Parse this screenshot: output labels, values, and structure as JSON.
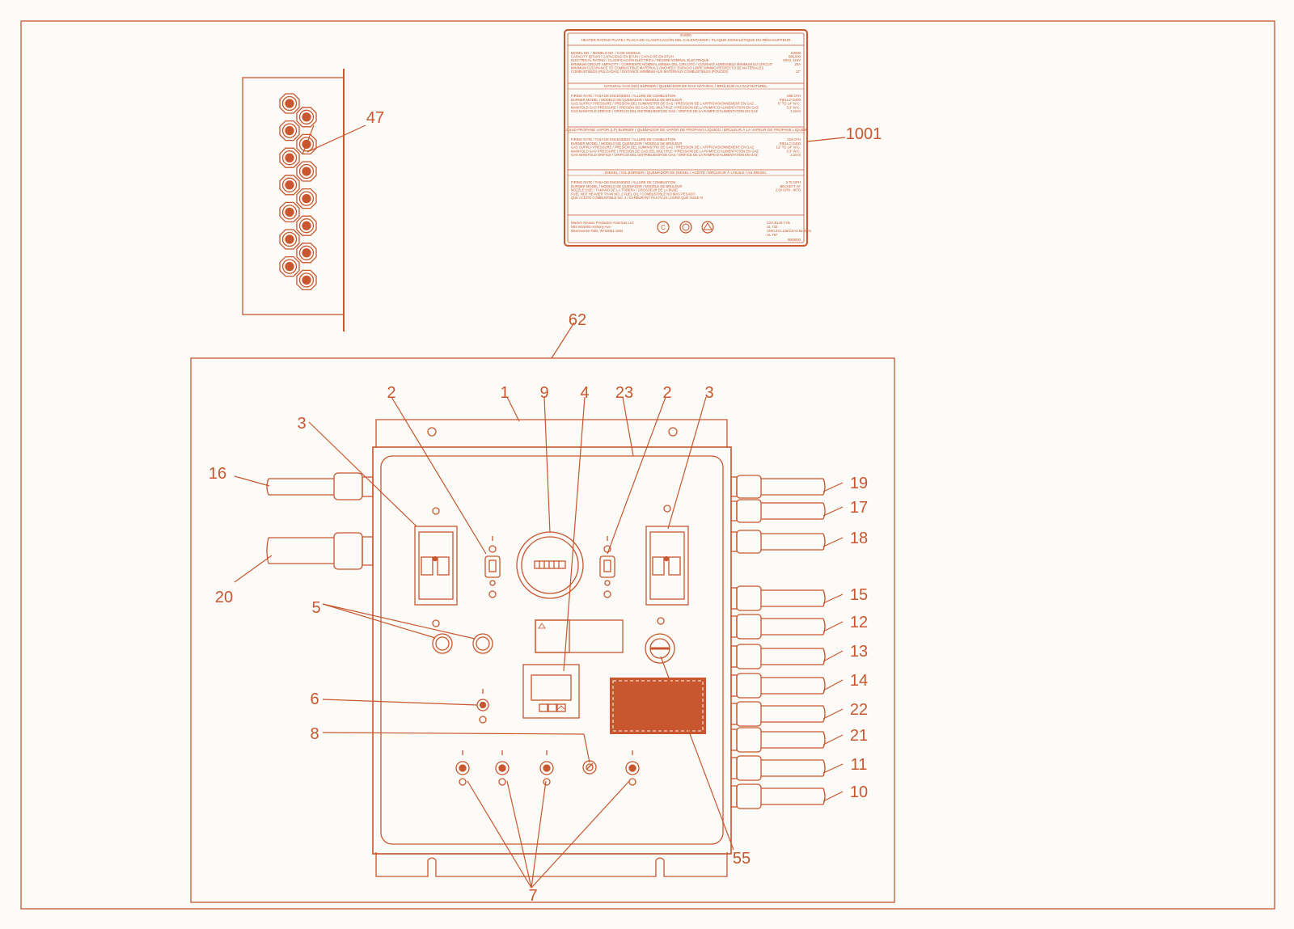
{
  "colors": {
    "line": "#c8562e",
    "background": "#fcfbf7",
    "fill": "#c8562e"
  },
  "callouts": [
    {
      "id": "c47",
      "label": "47"
    },
    {
      "id": "c1001",
      "label": "1001"
    },
    {
      "id": "c62",
      "label": "62"
    },
    {
      "id": "c2a",
      "label": "2"
    },
    {
      "id": "c1",
      "label": "1"
    },
    {
      "id": "c9",
      "label": "9"
    },
    {
      "id": "c4",
      "label": "4"
    },
    {
      "id": "c23",
      "label": "23"
    },
    {
      "id": "c2b",
      "label": "2"
    },
    {
      "id": "c3b",
      "label": "3"
    },
    {
      "id": "c3a",
      "label": "3"
    },
    {
      "id": "c16",
      "label": "16"
    },
    {
      "id": "c20",
      "label": "20"
    },
    {
      "id": "c5",
      "label": "5"
    },
    {
      "id": "c6",
      "label": "6"
    },
    {
      "id": "c8",
      "label": "8"
    },
    {
      "id": "c7",
      "label": "7"
    },
    {
      "id": "c55",
      "label": "55"
    },
    {
      "id": "c19",
      "label": "19"
    },
    {
      "id": "c17",
      "label": "17"
    },
    {
      "id": "c18",
      "label": "18"
    },
    {
      "id": "c15",
      "label": "15"
    },
    {
      "id": "c12",
      "label": "12"
    },
    {
      "id": "c13",
      "label": "13"
    },
    {
      "id": "c14",
      "label": "14"
    },
    {
      "id": "c22",
      "label": "22"
    },
    {
      "id": "c21",
      "label": "21"
    },
    {
      "id": "c11",
      "label": "11"
    },
    {
      "id": "c10",
      "label": "10"
    }
  ],
  "rating_plate": {
    "model": "E3000",
    "title": "HEATER RATING PLATE / PLACA DE CLASIFICACIÓN DEL CALENTADOR / PLAQUE SIGNALÉTIQUE DU RÉCHAUFFEUR",
    "general_rows": [
      {
        "label": "MODEL NO. / MODELO NO. / N DE MODELE",
        "value": "E3000"
      },
      {
        "label": "CAPACITY (BTUH) / CAPACIDAD EN BTUH / CAPACITÉ EN BTUH",
        "value": "585,000"
      },
      {
        "label": "ELECTRICAL RATING / CLASIFICACIÓN ELÉCTRICA / RÉGIME NOMINAL ÉLECTRIQUE",
        "value": "60Hz, 115V"
      },
      {
        "label": "MINIMUM CIRCUIT AMPACITY / CORRIENTE NOMINAL MÍNIMA DEL CIRCUITO / COURANT ADMISSIBLE MINIMUM DU CIRCUIT",
        "value": "20A"
      },
      {
        "label": "MINIMUM CLEARANCE TO COMBUSTIBLE MATERIALS (INCHES) / ESPACIO LIBRE MÍNIMO RESPECTO DE MATERIALES",
        "value": ""
      },
      {
        "label": "  COMBUSTIBLES (PULGADAS) / DISTANCE MINIMUM AUX MATÉRIAUX COMBUSTIBLES (POUCES)",
        "value": "12\""
      }
    ],
    "natural_gas": {
      "header": "NATURAL GAS (NG) BURNER / QUEMADOR DE GAS NATURAL / BRÛLEUR AU GAZ NATUREL",
      "rows": [
        {
          "label": "FIRING RATE / TASA DE ENCENDIDO / ALLURE DE COMBUSTION",
          "value": "585 CFH"
        },
        {
          "label": "BURNER MODEL / MODELO DE QUEMADOR / MODÈLE DE BRÛLEUR",
          "value": "RIELLO G400"
        },
        {
          "label": "GAS SUPPLY PRESSURE / PRESIÓN DEL SUMINISTRO DE GAS / PRESSION DE L'APPROVISIONNEMENT EN GAZ",
          "value": "5\" TO 14\" W.C."
        },
        {
          "label": "MANIFOLD GAS PRESSURE / PRESIÓN DE GAS DEL MÚLTIPLE / PRESSION DE LA RAMPE D'ALIMENTATION EN GAZ",
          "value": "3.3\" W.C."
        },
        {
          "label": "GAS MANIFOLD ORIFICE / ORIFICIO DEL DISTRIBUIDOR DE GAS / ORIFICE DE LA RAMPE D'ALIMENTATION EN GAZ",
          "value": "2.2mm"
        }
      ]
    },
    "propane": {
      "header": "LIQUID PROPANE VAPOR (LP) BURNER / QUEMADOR DE VAPOR DE PROPANO LÍQUIDO / BRÛLEUR À LA VAPEUR DE PROPANE LIQUIDE",
      "rows": [
        {
          "label": "FIRING RATE / TASA DE ENCENDIDO / ALLURE DE COMBUSTION",
          "value": "234 CFH"
        },
        {
          "label": "BURNER MODEL / MODELO DE QUEMADOR / MODÈLE DE BRÛLEUR",
          "value": "RIELLO G400"
        },
        {
          "label": "GAS SUPPLY PRESSURE / PRESIÓN DEL SUMINISTRO DE GAS / PRESSION DE L'APPROVISIONNEMENT EN GAZ",
          "value": "12\" TO 14\" W.C."
        },
        {
          "label": "MANIFOLD GAS PRESSURE / PRESIÓN DE GAS DEL MÚLTIPLE / PRESSION DE LA RAMPE D'ALIMENTATION EN GAZ",
          "value": "3.3\" W.C."
        },
        {
          "label": "GAS MANIFOLD ORIFICE / ORIFICIO DEL DISTRIBUIDOR DE GAS / ORIFICE DE LA RAMPE D'ALIMENTATION EN GAZ",
          "value": "2.2mm"
        }
      ]
    },
    "diesel": {
      "header": "DIESEL / OIL BURNER / QUEMADOR DE DIESEL / ACEITE / BRÛLEUR À L'HUILE / AU DIESEL",
      "rows": [
        {
          "label": "FIRING RATE / TASA DE ENCENDIDO / ALLURE DE COMBUSTION",
          "value": "2.75 GPH"
        },
        {
          "label": "BURNER MODEL / MODELO DE QUEMADOR / MODÈLE DE BRÛLEUR",
          "value": "BECKETT AF"
        },
        {
          "label": "NOZZLE SIZE / TAMAÑO DE LA TOBERA / GROSSEUR DE LA BUSE",
          "value": "2.50 GPH - 80°B"
        },
        {
          "label": "FUEL NOT HEAVIER THAN NO. 2 FUEL OIL / COMBUSTIBLE NO MÁS PESADO",
          "value": ""
        },
        {
          "label": "  QUE ACEITE COMBUSTIBLE NO. 2 / CARBURANT PAS PLUS LOURD QUE HUILE N",
          "value": ""
        }
      ]
    },
    "footer_left": [
      "Wacker Neuson Production Americas LLC",
      "N92 W15000 Anthony Ave",
      "Menomonee Falls, WI 53051-1504"
    ],
    "footer_right": [
      "CSA B140.7-05",
      "UL 733",
      "ANSI Z21.13a/CSA4.9a-2004",
      "UL 797"
    ],
    "footer_code": "0000000"
  }
}
